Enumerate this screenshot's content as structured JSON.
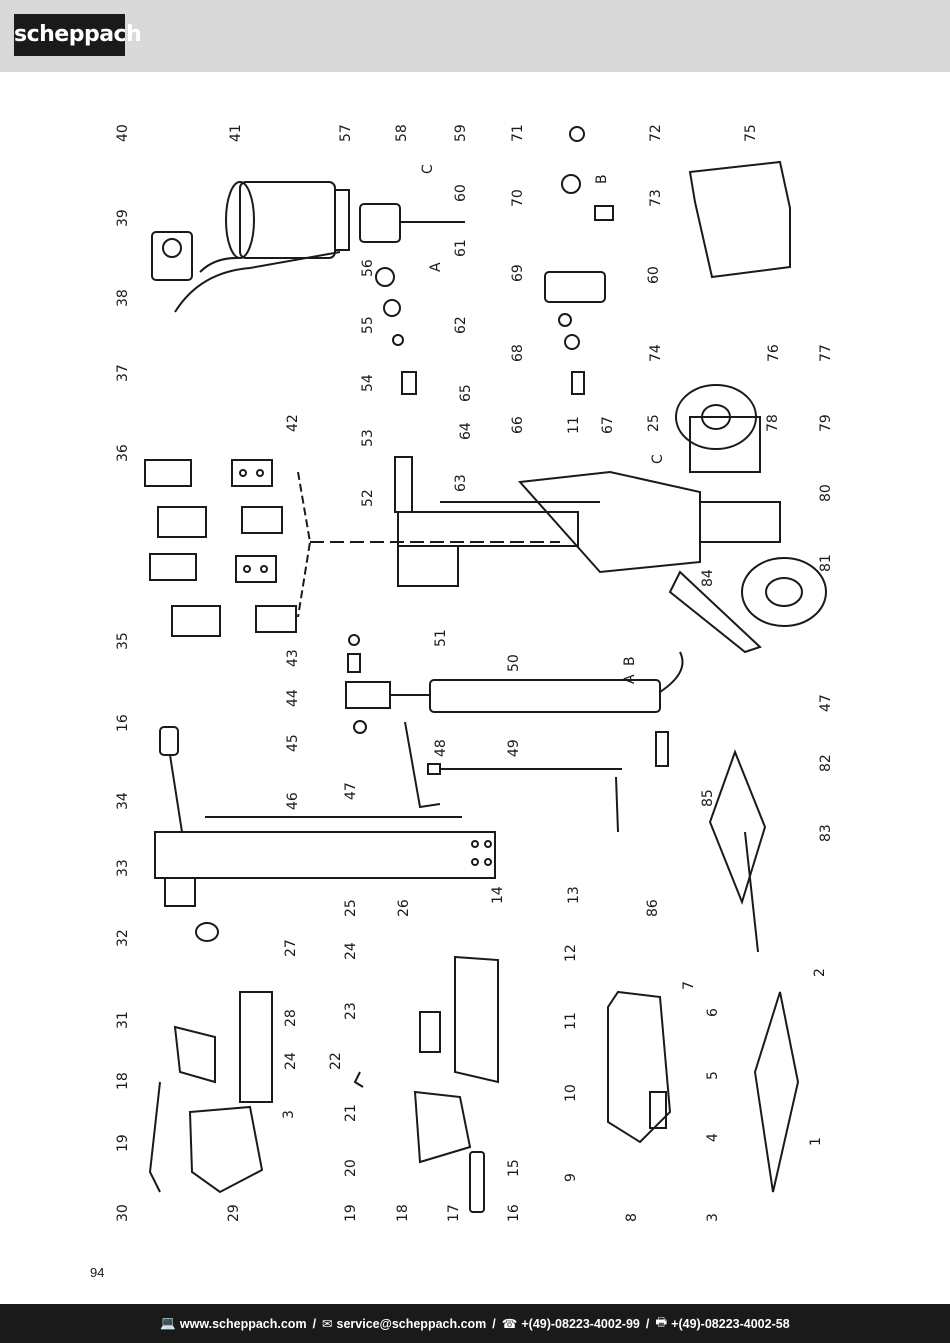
{
  "header": {
    "brand": "scheppach"
  },
  "page": {
    "number": "94"
  },
  "footer": {
    "web_icon": "computer-icon",
    "web": "www.scheppach.com",
    "mail_icon": "envelope-icon",
    "mail": "service@scheppach.com",
    "phone_icon": "telephone-icon",
    "phone": "+(49)-08223-4002-99",
    "fax_icon": "fax-icon",
    "fax": "+(49)-08223-4002-58",
    "separator": "/"
  },
  "diagram": {
    "part_numbers": [
      "1",
      "2",
      "3",
      "3",
      "4",
      "5",
      "6",
      "7",
      "8",
      "9",
      "10",
      "11",
      "11",
      "12",
      "13",
      "14",
      "15",
      "16",
      "16",
      "17",
      "18",
      "18",
      "19",
      "19",
      "20",
      "21",
      "22",
      "23",
      "24",
      "24",
      "25",
      "25",
      "26",
      "27",
      "28",
      "29",
      "30",
      "31",
      "32",
      "33",
      "34",
      "35",
      "36",
      "37",
      "38",
      "39",
      "40",
      "41",
      "42",
      "43",
      "44",
      "45",
      "46",
      "47",
      "47",
      "48",
      "49",
      "50",
      "51",
      "52",
      "53",
      "54",
      "55",
      "56",
      "57",
      "58",
      "59",
      "60",
      "60",
      "61",
      "62",
      "63",
      "64",
      "65",
      "66",
      "67",
      "68",
      "69",
      "70",
      "71",
      "72",
      "73",
      "74",
      "75",
      "76",
      "77",
      "78",
      "79",
      "80",
      "81",
      "82",
      "83",
      "84",
      "85",
      "86"
    ],
    "letter_markers": [
      "A",
      "A",
      "B",
      "B",
      "C",
      "C"
    ]
  }
}
